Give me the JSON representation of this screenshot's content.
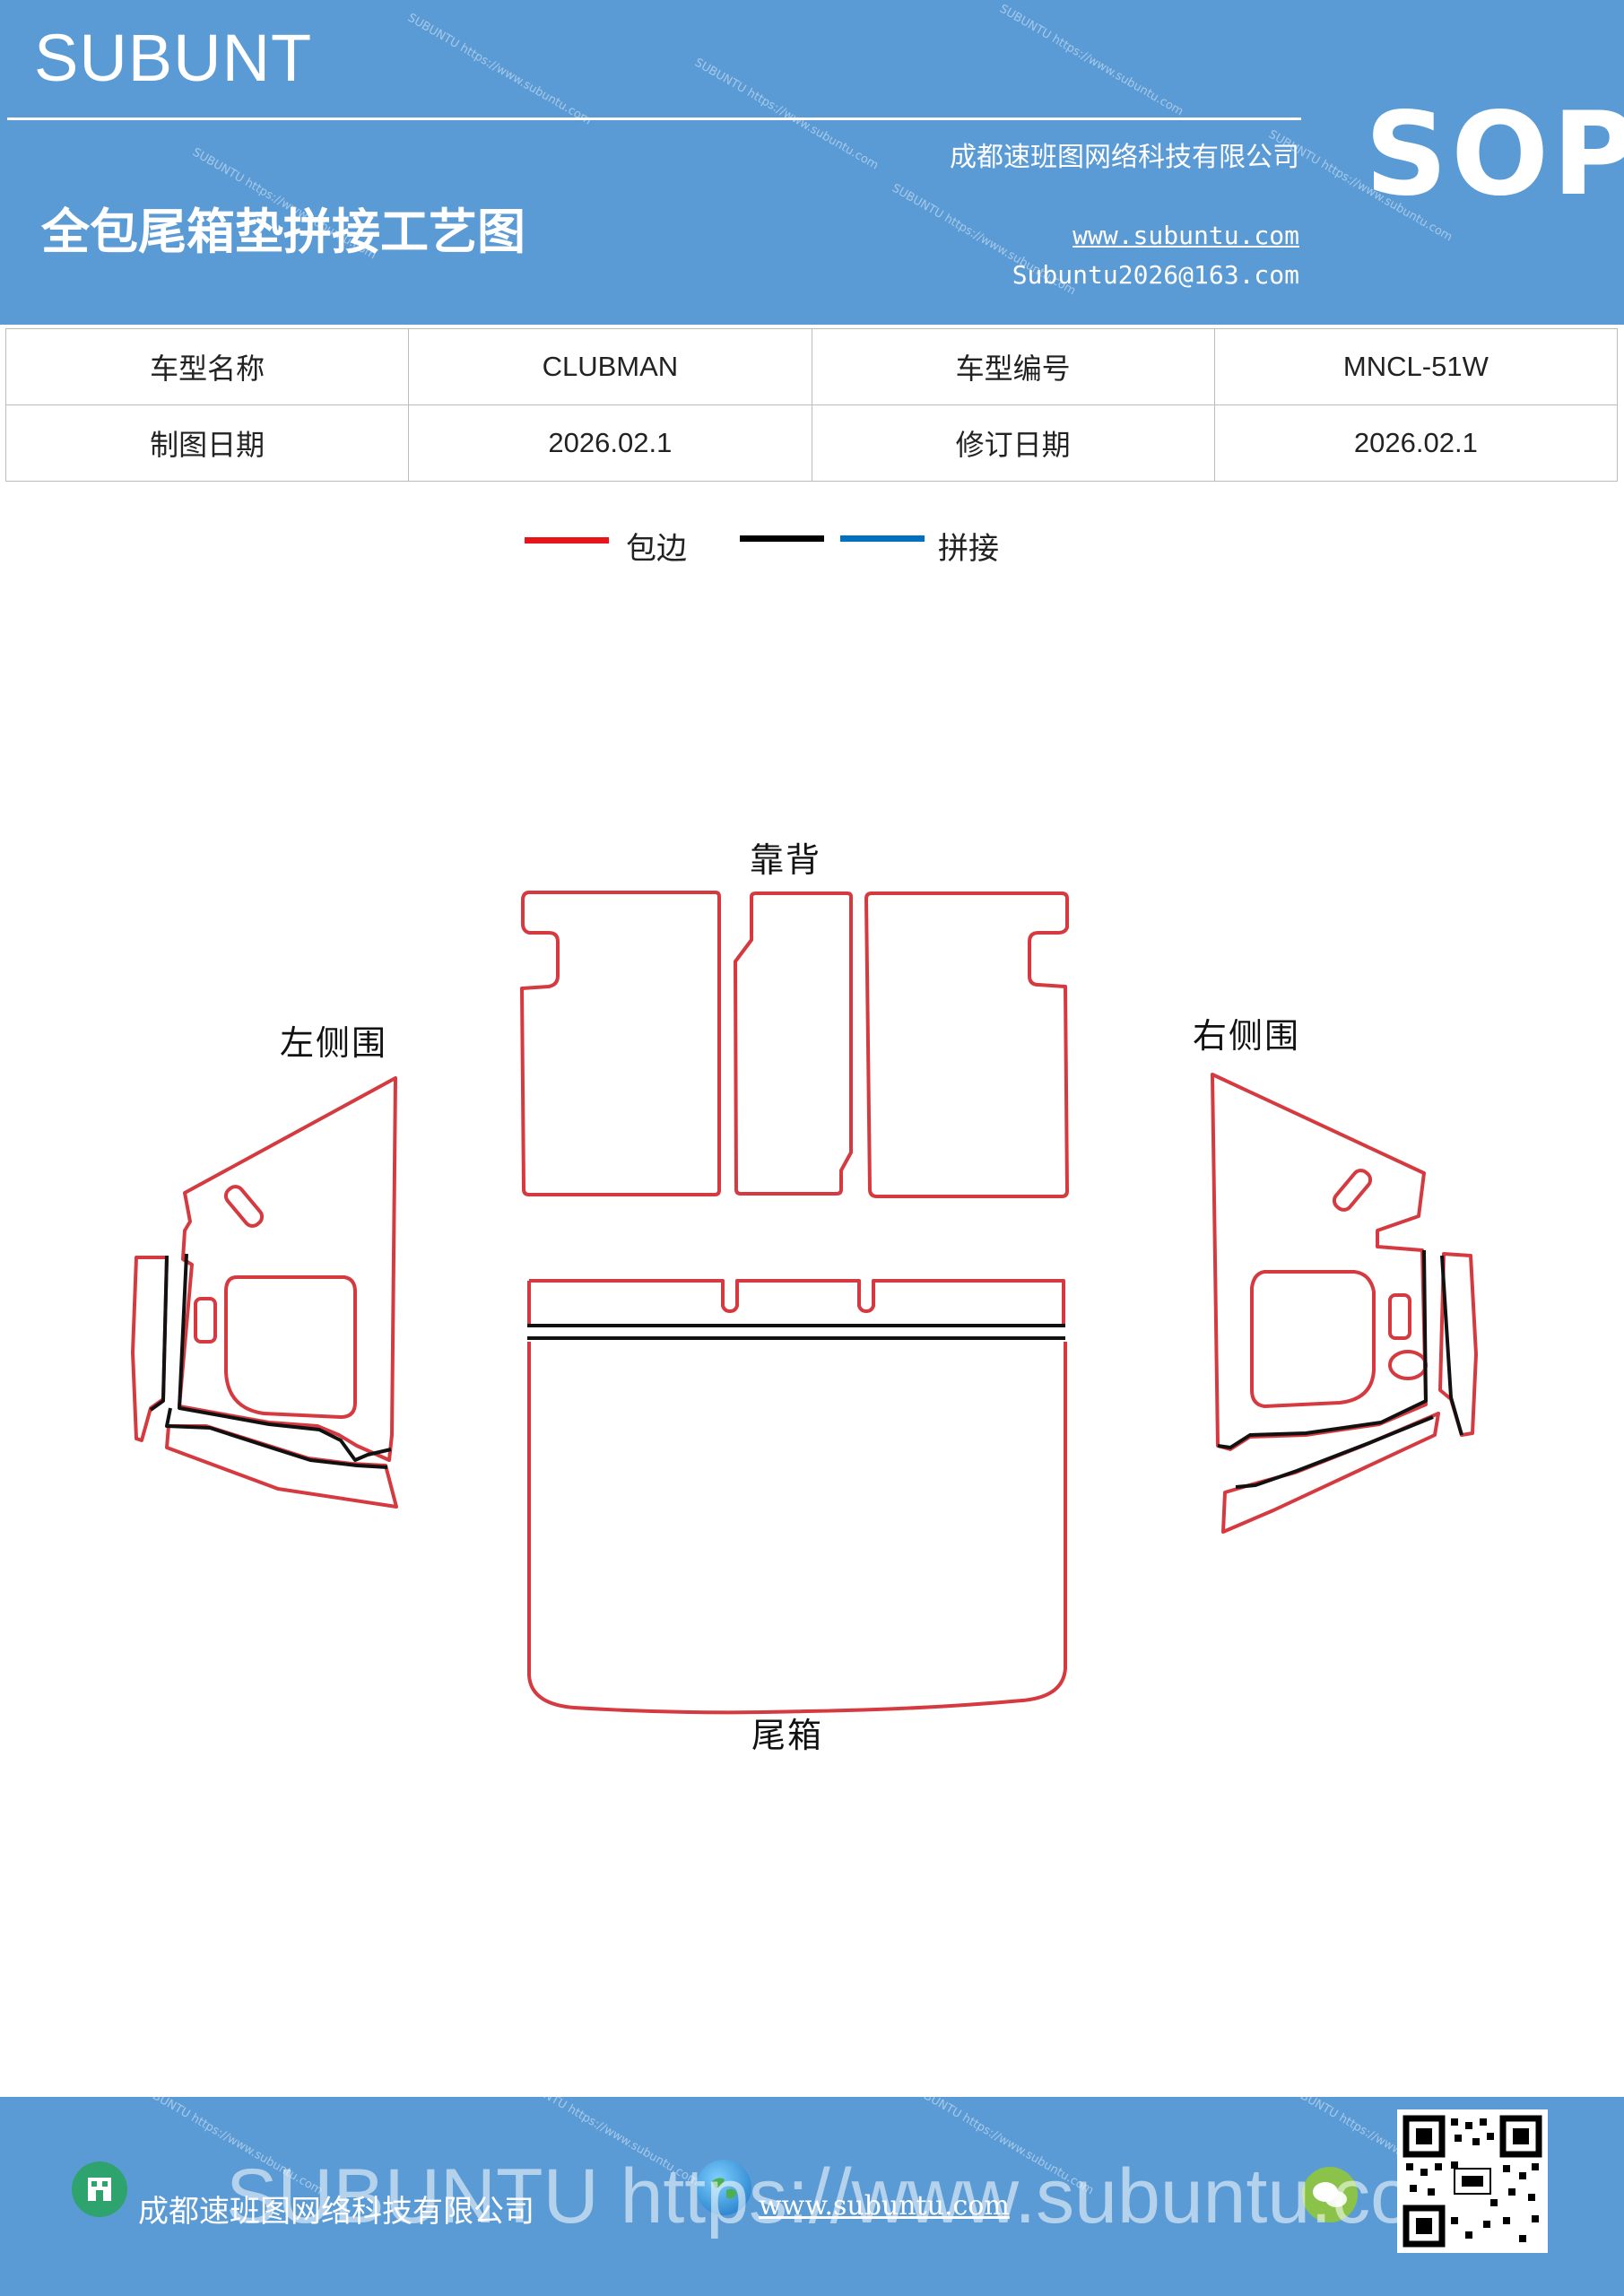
{
  "header": {
    "brand": "SUBUNT",
    "title": "全包尾箱垫拼接工艺图",
    "company": "成都速班图网络科技有限公司",
    "website": "www.subuntu.com",
    "email": "Subuntu2026@163.com",
    "badge": "SOP",
    "bg_color": "#5b9bd5"
  },
  "info_table": {
    "rows": [
      [
        "车型名称",
        "CLUBMAN",
        "车型编号",
        "MNCL-51W"
      ],
      [
        "制图日期",
        "2026.02.1",
        "修订日期",
        "2026.02.1"
      ]
    ]
  },
  "legend": {
    "items": [
      {
        "label": "包边",
        "color": "#e8141b"
      },
      {
        "label": "",
        "color": "#000000"
      },
      {
        "label": "拼接",
        "color": "#0070c0"
      }
    ]
  },
  "parts": {
    "backrest": "靠背",
    "left_side": "左侧围",
    "right_side": "右侧围",
    "trunk": "尾箱"
  },
  "diagram_colors": {
    "edge": "#d43a3f",
    "seam": "#111111"
  },
  "footer": {
    "company": "成都速班图网络科技有限公司",
    "website": "www.subuntu.com",
    "watermark": "SUBUNTU https://www.subuntu.com"
  }
}
